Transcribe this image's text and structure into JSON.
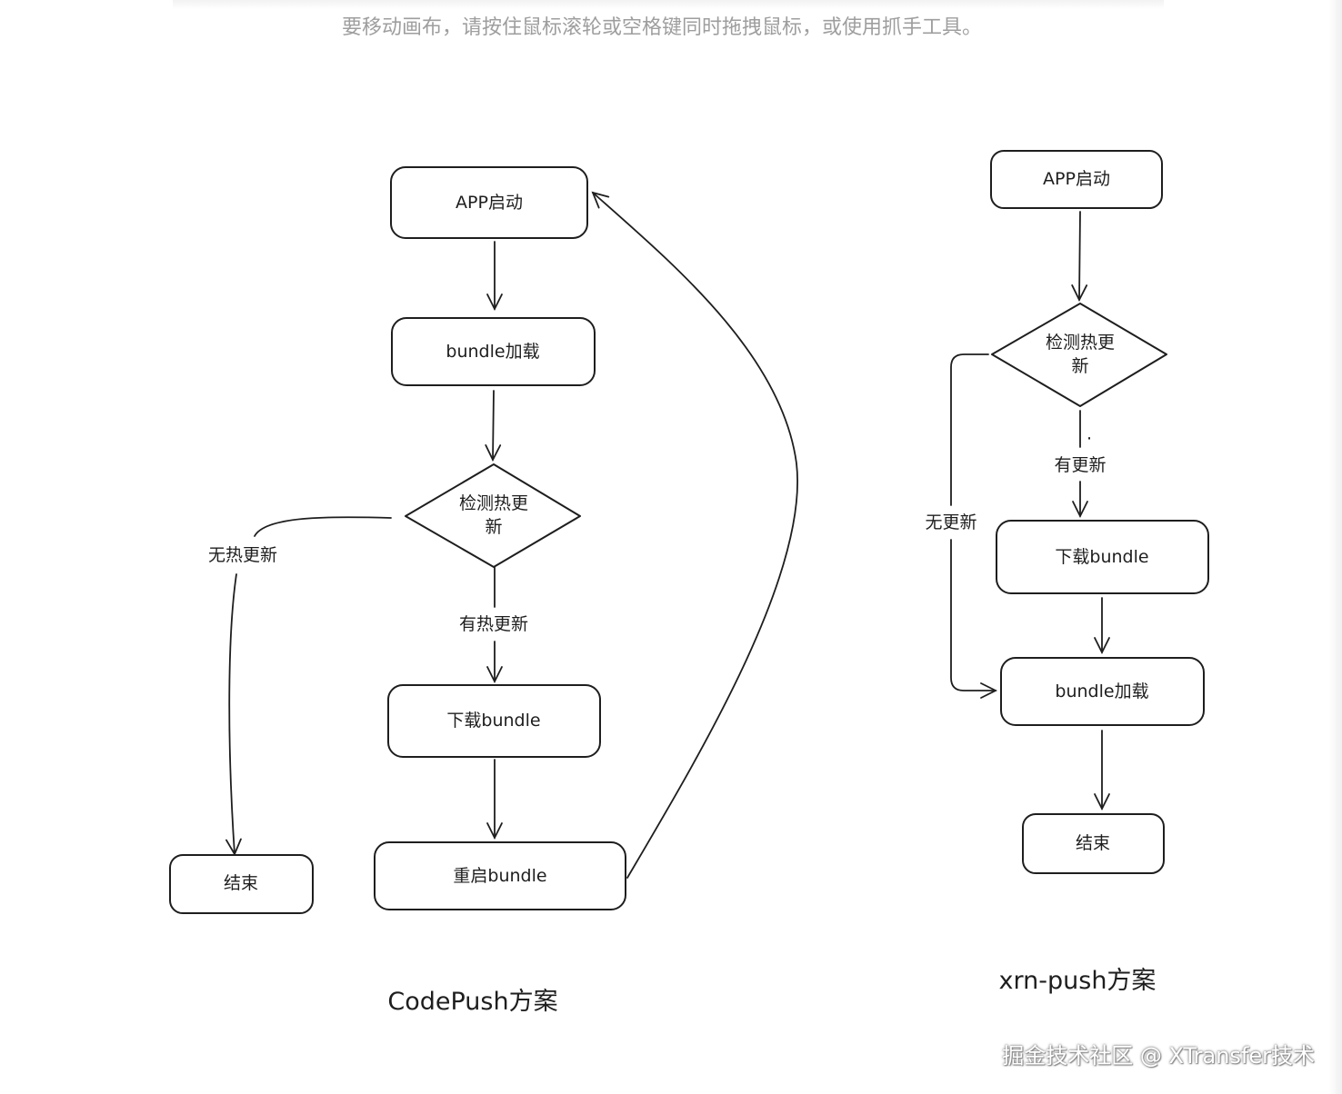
{
  "hint": "要移动画布，请按住鼠标滚轮或空格键同时拖拽鼠标，或使用抓手工具。",
  "codepush": {
    "caption": "CodePush方案",
    "nodes": {
      "app_start": "APP启动",
      "bundle_load": "bundle加载",
      "check_line1": "检测热更",
      "check_line2": "新",
      "download": "下载bundle",
      "restart": "重启bundle",
      "end": "结束"
    },
    "edges": {
      "no_update": "无热更新",
      "has_update": "有热更新"
    }
  },
  "xrnpush": {
    "caption": "xrn-push方案",
    "nodes": {
      "app_start": "APP启动",
      "check_line1": "检测热更",
      "check_line2": "新",
      "download": "下载bundle",
      "bundle_load": "bundle加载",
      "end": "结束"
    },
    "edges": {
      "no_update": "无更新",
      "has_update": "有更新",
      "dot": "·"
    }
  },
  "watermark": "掘金技术社区 @ XTransfer技术"
}
